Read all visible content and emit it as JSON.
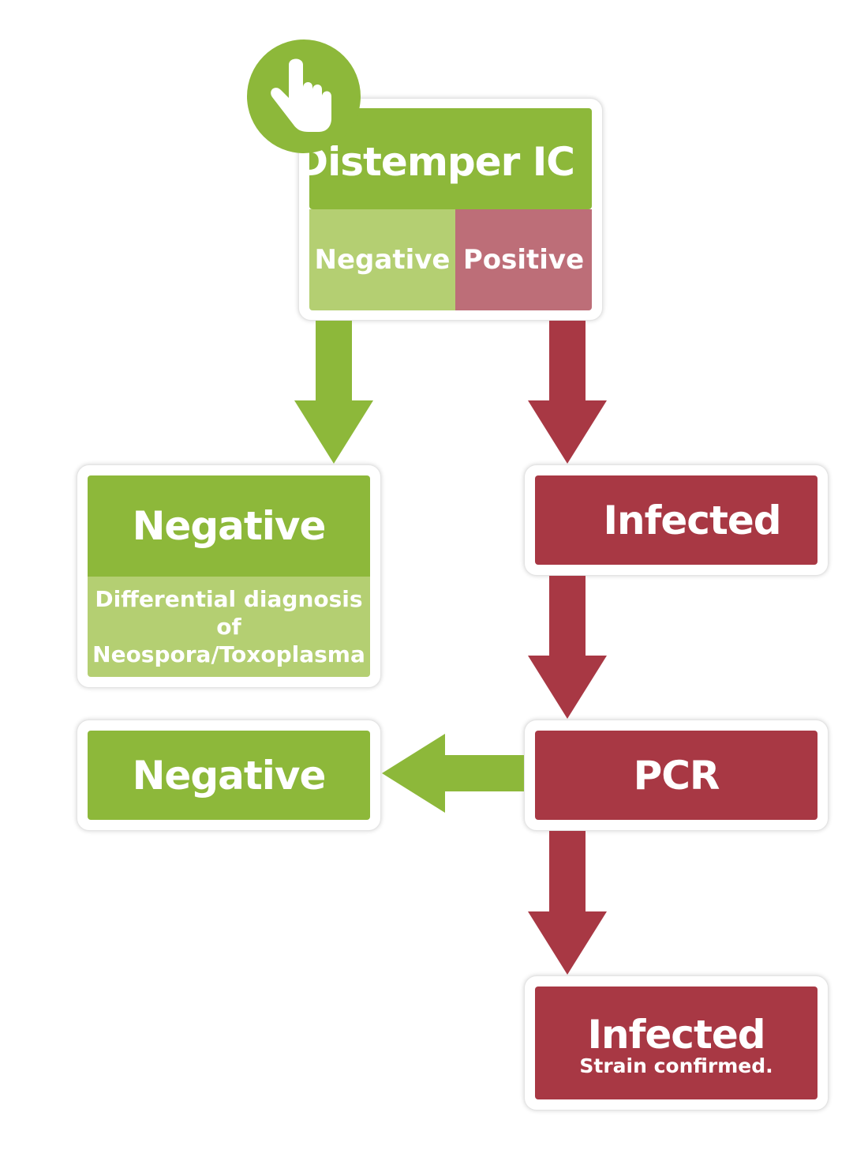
{
  "colors": {
    "green": "#8db83a",
    "light_green": "#b4cf72",
    "red": "#a83844",
    "pink": "#bd6e78"
  },
  "start_node": {
    "icon": "pointing-hand-icon",
    "title": "Distemper IC",
    "negative": "Negative",
    "positive": "Positive"
  },
  "negative_node": {
    "title": "Negative",
    "description": "Differential diagnosis of Neospora/Toxoplasma"
  },
  "infected_node": {
    "title": "Infected"
  },
  "pcr_node": {
    "title": "PCR"
  },
  "pcr_negative_node": {
    "title": "Negative"
  },
  "confirmed_node": {
    "title": "Infected",
    "subtitle": "Strain confirmed."
  }
}
